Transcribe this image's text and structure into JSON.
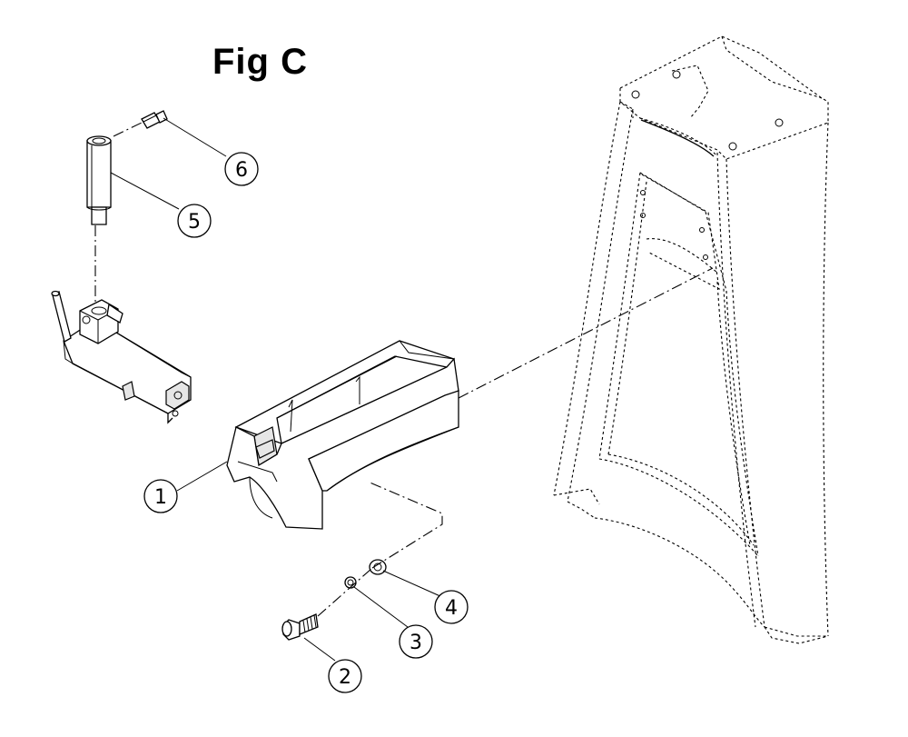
{
  "figure": {
    "title": "Fig C"
  },
  "callouts": [
    {
      "id": "callout-1",
      "label": "1"
    },
    {
      "id": "callout-2",
      "label": "2"
    },
    {
      "id": "callout-3",
      "label": "3"
    },
    {
      "id": "callout-4",
      "label": "4"
    },
    {
      "id": "callout-5",
      "label": "5"
    },
    {
      "id": "callout-6",
      "label": "6"
    }
  ]
}
